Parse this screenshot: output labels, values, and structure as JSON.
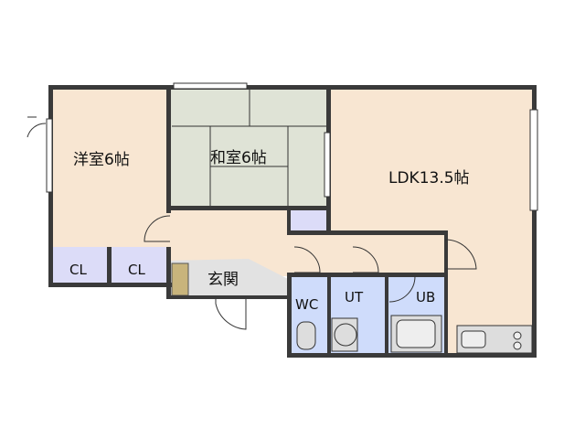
{
  "floor_plan": {
    "rooms": {
      "western_room": "洋室6帖",
      "japanese_room": "和室6帖",
      "ldk": "LDK13.5帖",
      "closet_1": "CL",
      "closet_2": "CL",
      "entrance": "玄関",
      "wc": "WC",
      "utility": "UT",
      "bath": "UB"
    },
    "colors": {
      "wood_floor": "#f8e6d2",
      "tatami": "#dfe3d6",
      "storage": "#dcdcf8",
      "wet_area": "#cfdcfb",
      "entrance": "#e2e2e2",
      "shoe_box": "#c8b47c",
      "wall": "#3a3a3a"
    }
  }
}
